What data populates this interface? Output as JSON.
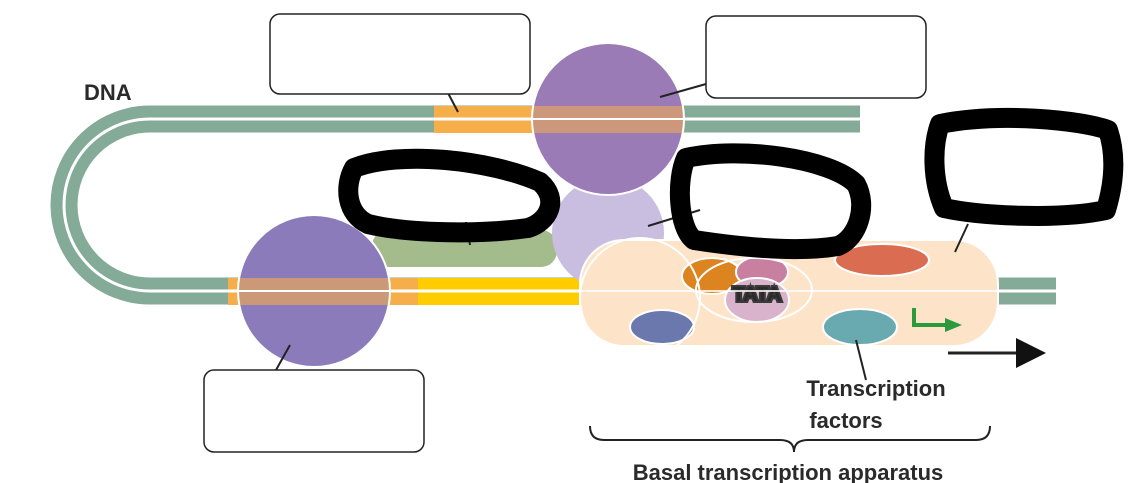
{
  "dna_label": "DNA",
  "tata_label": "TATA",
  "tf_label_line1": "Transcription",
  "tf_label_line2": "factors",
  "basal_label": "Basal transcription apparatus",
  "colors": {
    "dna_strand": "#84aa98",
    "promoter": "#ffcc00",
    "enhancer_region": "#f6ae4a",
    "activator": "#9a7bb6",
    "coactivator": "#c9bde0",
    "green_protein": "#a4bb8b",
    "basal_complex": "#fde3c8",
    "arrow": "#2a9a3c",
    "marker_scribble": "#000000"
  },
  "icons": {
    "start_site": "bent-arrow-icon",
    "direction": "right-arrow-icon"
  }
}
